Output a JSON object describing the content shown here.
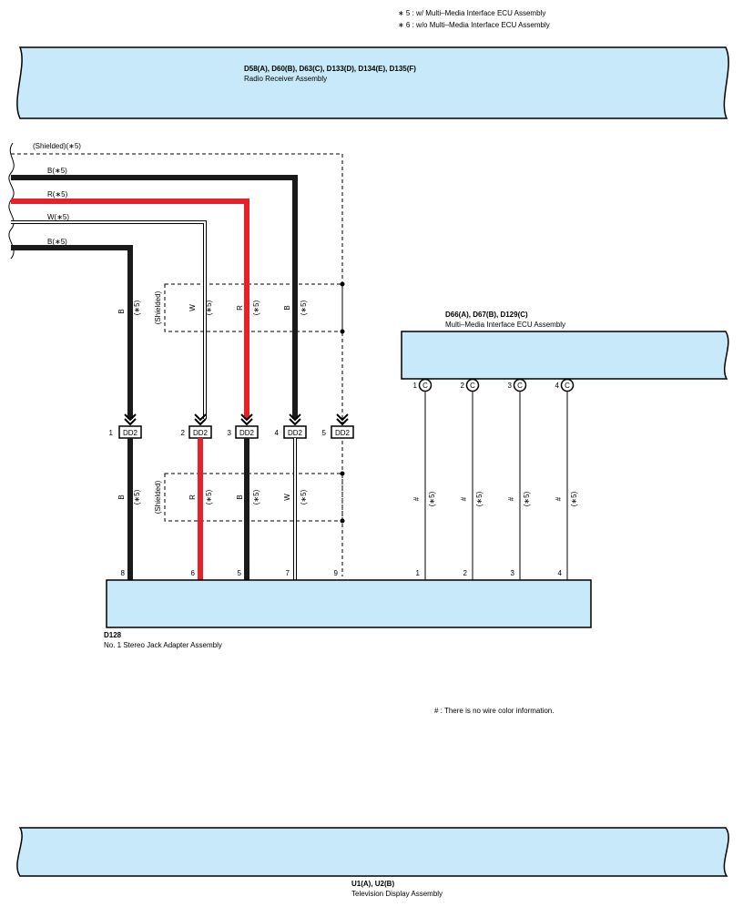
{
  "notes": {
    "note5": "∗ 5 : w/ Multi–Media Interface ECU Assembly",
    "note6": "∗ 6 : w/o Multi–Media Interface ECU Assembly",
    "hash_note": "# : There is no wire color information."
  },
  "components": {
    "radio": {
      "connectors": "D58(A), D60(B), D63(C), D133(D), D134(E), D135(F)",
      "name": "Radio Receiver Assembly"
    },
    "mmi": {
      "connectors": "D66(A), D67(B), D129(C)",
      "name": "Multi–Media Interface ECU Assembly"
    },
    "jack": {
      "connectors": "D128",
      "name": "No.  1 Stereo Jack Adapter Assembly"
    },
    "tv": {
      "connectors": "U1(A), U2(B)",
      "name": "Television Display Assembly"
    }
  },
  "wire_labels_top": {
    "shielded": "(Shielded)(∗5)",
    "b1": "B(∗5)",
    "r": "R(∗5)",
    "w": "W(∗5)",
    "b2": "B(∗5)"
  },
  "upper_wire_tags": {
    "c1": "B",
    "c2": "W",
    "c3": "R",
    "c4": "B",
    "note": "(∗5)",
    "shielded": "(Shielded)"
  },
  "dd2_connectors": [
    {
      "pin": "1",
      "name": "DD2"
    },
    {
      "pin": "2",
      "name": "DD2"
    },
    {
      "pin": "3",
      "name": "DD2"
    },
    {
      "pin": "4",
      "name": "DD2"
    },
    {
      "pin": "5",
      "name": "DD2"
    }
  ],
  "lower_wire_tags": {
    "c1": "B",
    "c2": "R",
    "c3": "B",
    "c4": "W",
    "note": "(∗5)",
    "shielded": "(Shielded)",
    "hash": "#"
  },
  "mmi_pins": [
    {
      "pin": "1",
      "conn": "C"
    },
    {
      "pin": "2",
      "conn": "C"
    },
    {
      "pin": "3",
      "conn": "C"
    },
    {
      "pin": "4",
      "conn": "C"
    }
  ],
  "jack_pins": [
    "8",
    "6",
    "5",
    "7",
    "9",
    "1",
    "2",
    "3",
    "4"
  ],
  "colors": {
    "component_fill": "#c7e9f9",
    "wire_black": "#1a1a1a",
    "wire_red": "#e8202a"
  }
}
